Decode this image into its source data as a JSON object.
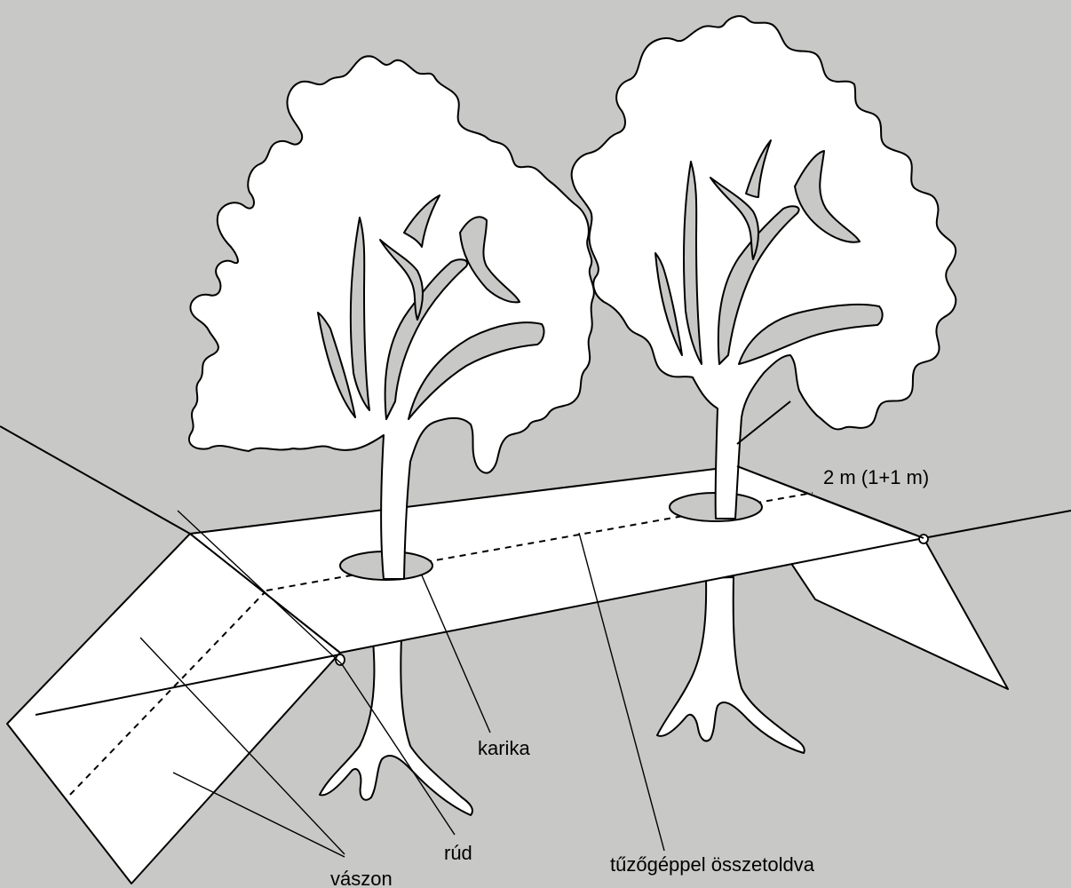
{
  "labels": {
    "dimension": "2 m (1+1 m)",
    "ring": "karika",
    "rod": "rúd",
    "canvas": "vászon",
    "stapled": "tűzőgéppel összetoldva"
  }
}
